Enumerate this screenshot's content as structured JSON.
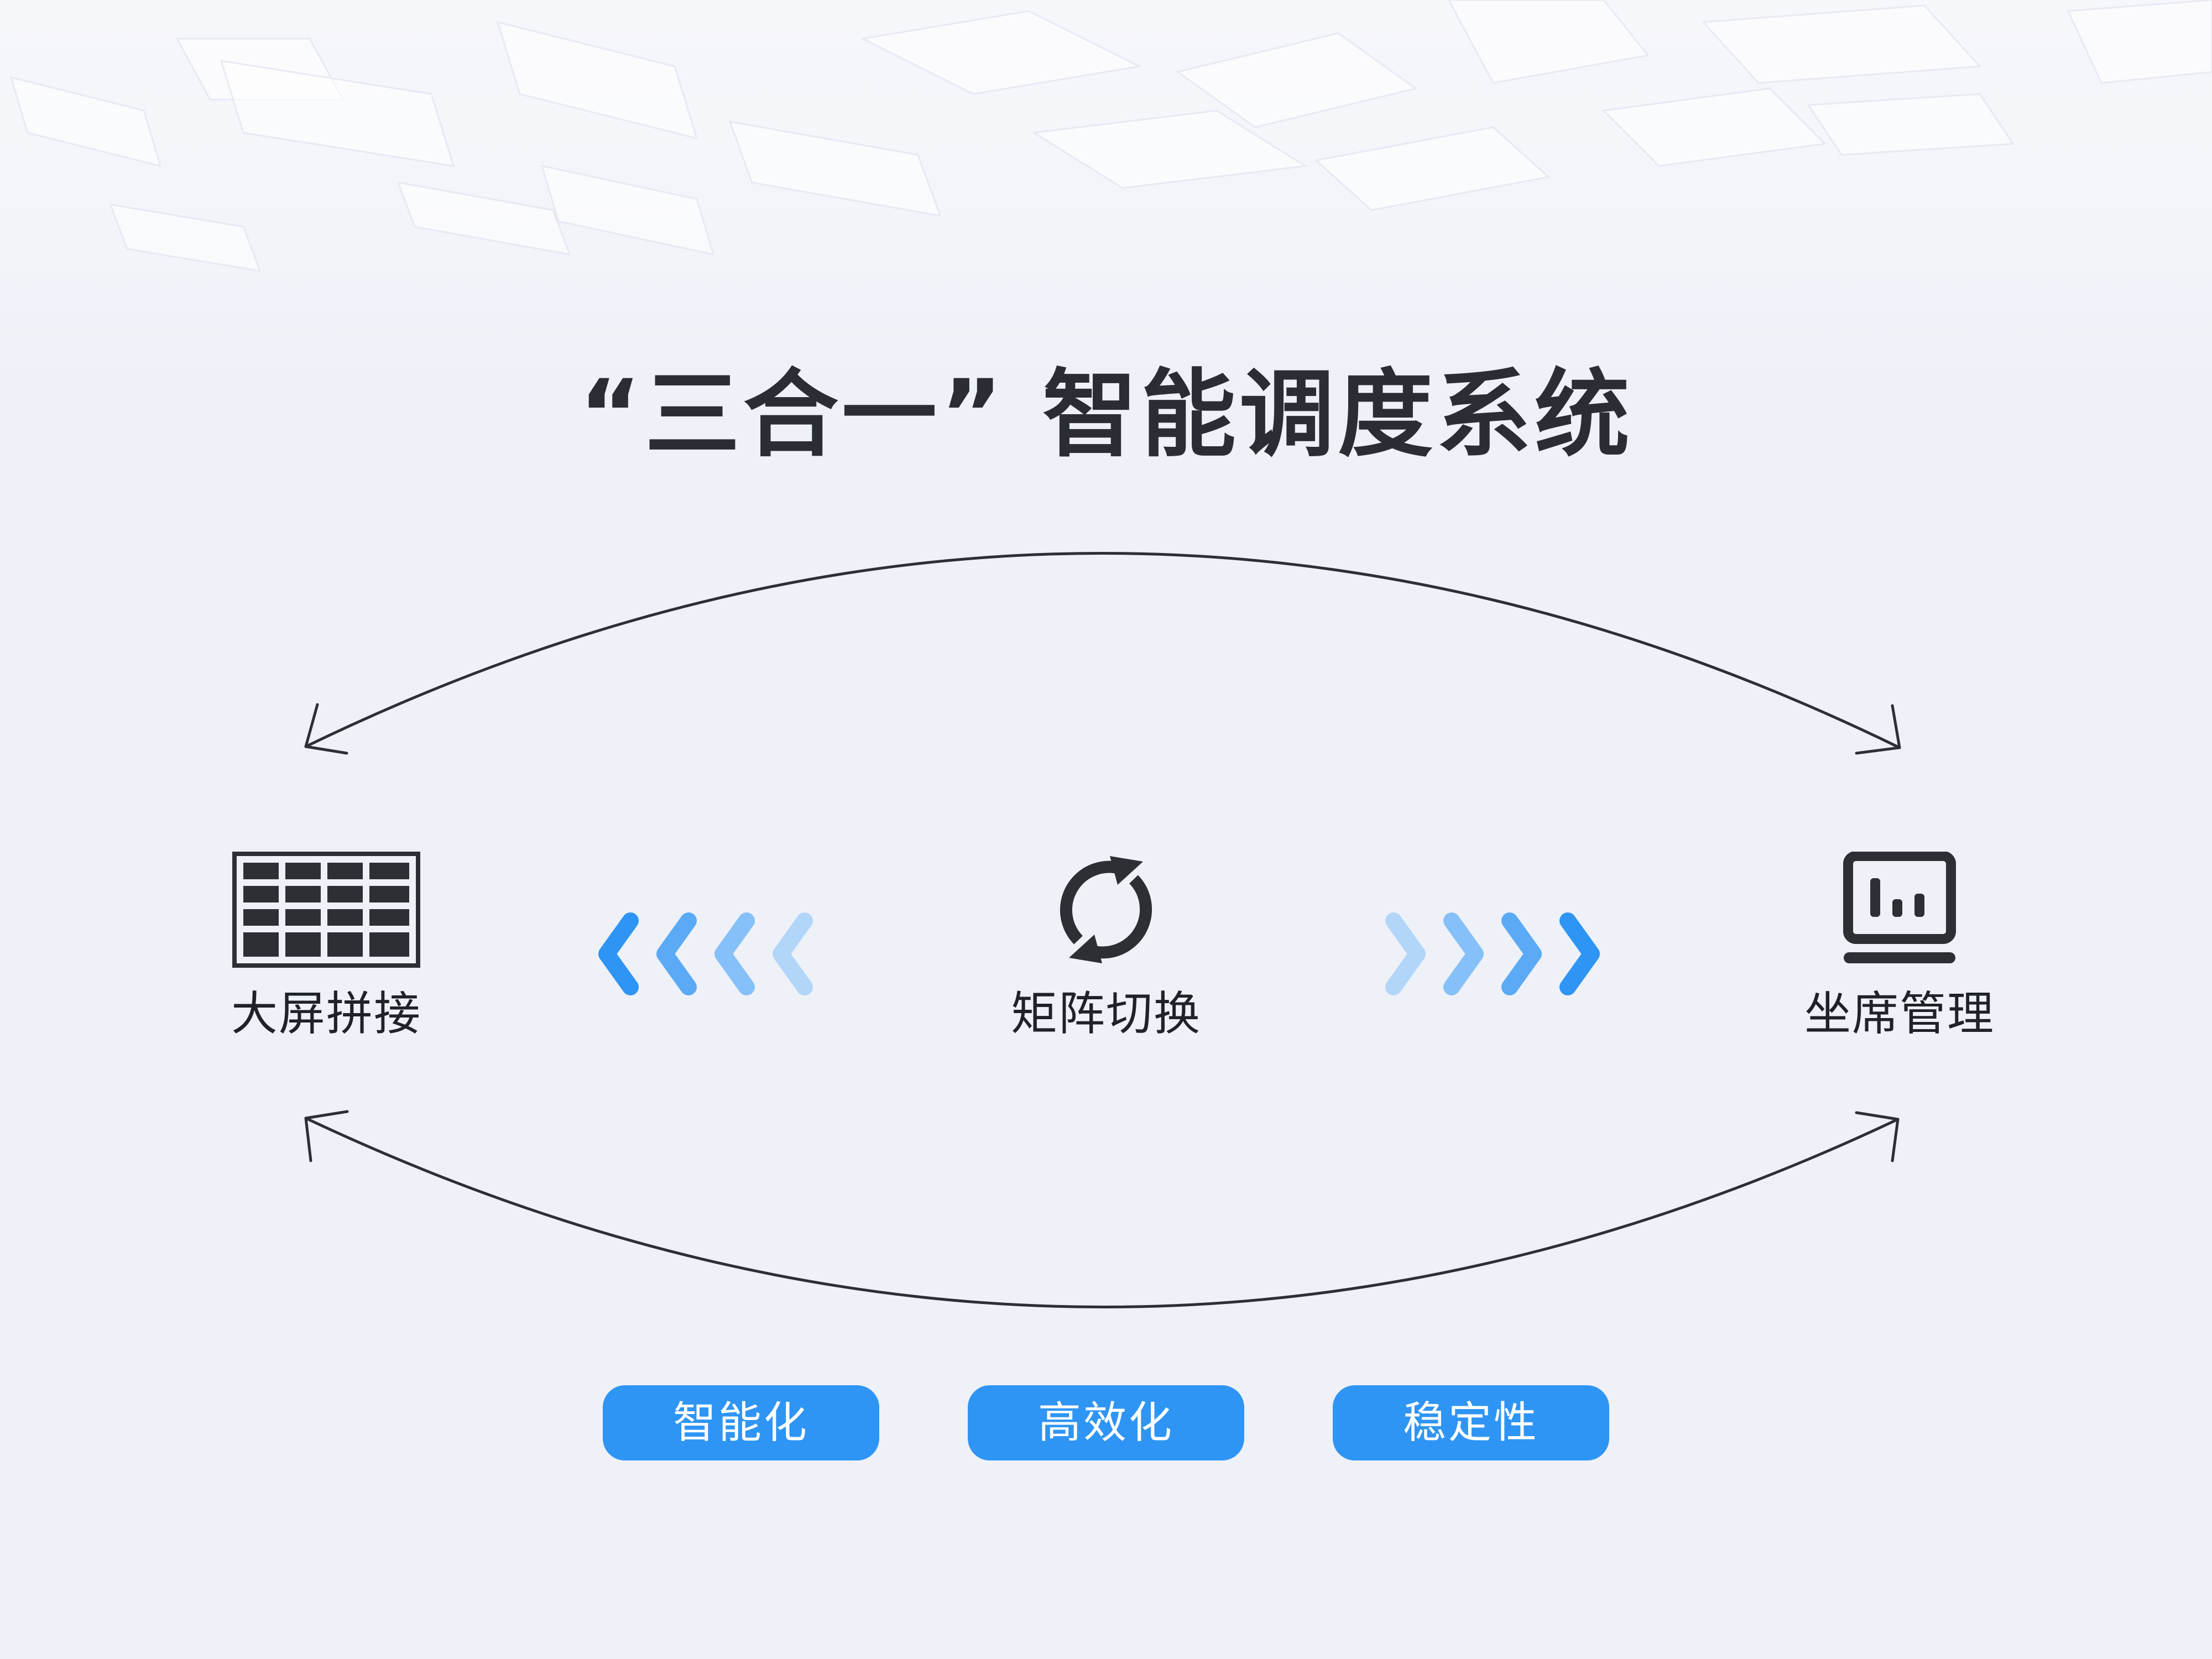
{
  "title": "“三合一” 智能调度系统",
  "nodes": {
    "left": {
      "label": "大屏拼接",
      "icon": "video-wall-grid-icon"
    },
    "center": {
      "label": "矩阵切换",
      "icon": "sync-refresh-icon"
    },
    "right": {
      "label": "坐席管理",
      "icon": "monitor-chart-icon"
    }
  },
  "tags": [
    "智能化",
    "高效化",
    "稳定性"
  ],
  "colors": {
    "accent": "#2f95f4",
    "text_dark": "#2a2d34",
    "icon_dark": "#2d2f35",
    "background": "#eef1f8",
    "chevron_shades": [
      "#2f95f4",
      "#5aaaf6",
      "#86c0f8",
      "#b2d6fa"
    ]
  }
}
